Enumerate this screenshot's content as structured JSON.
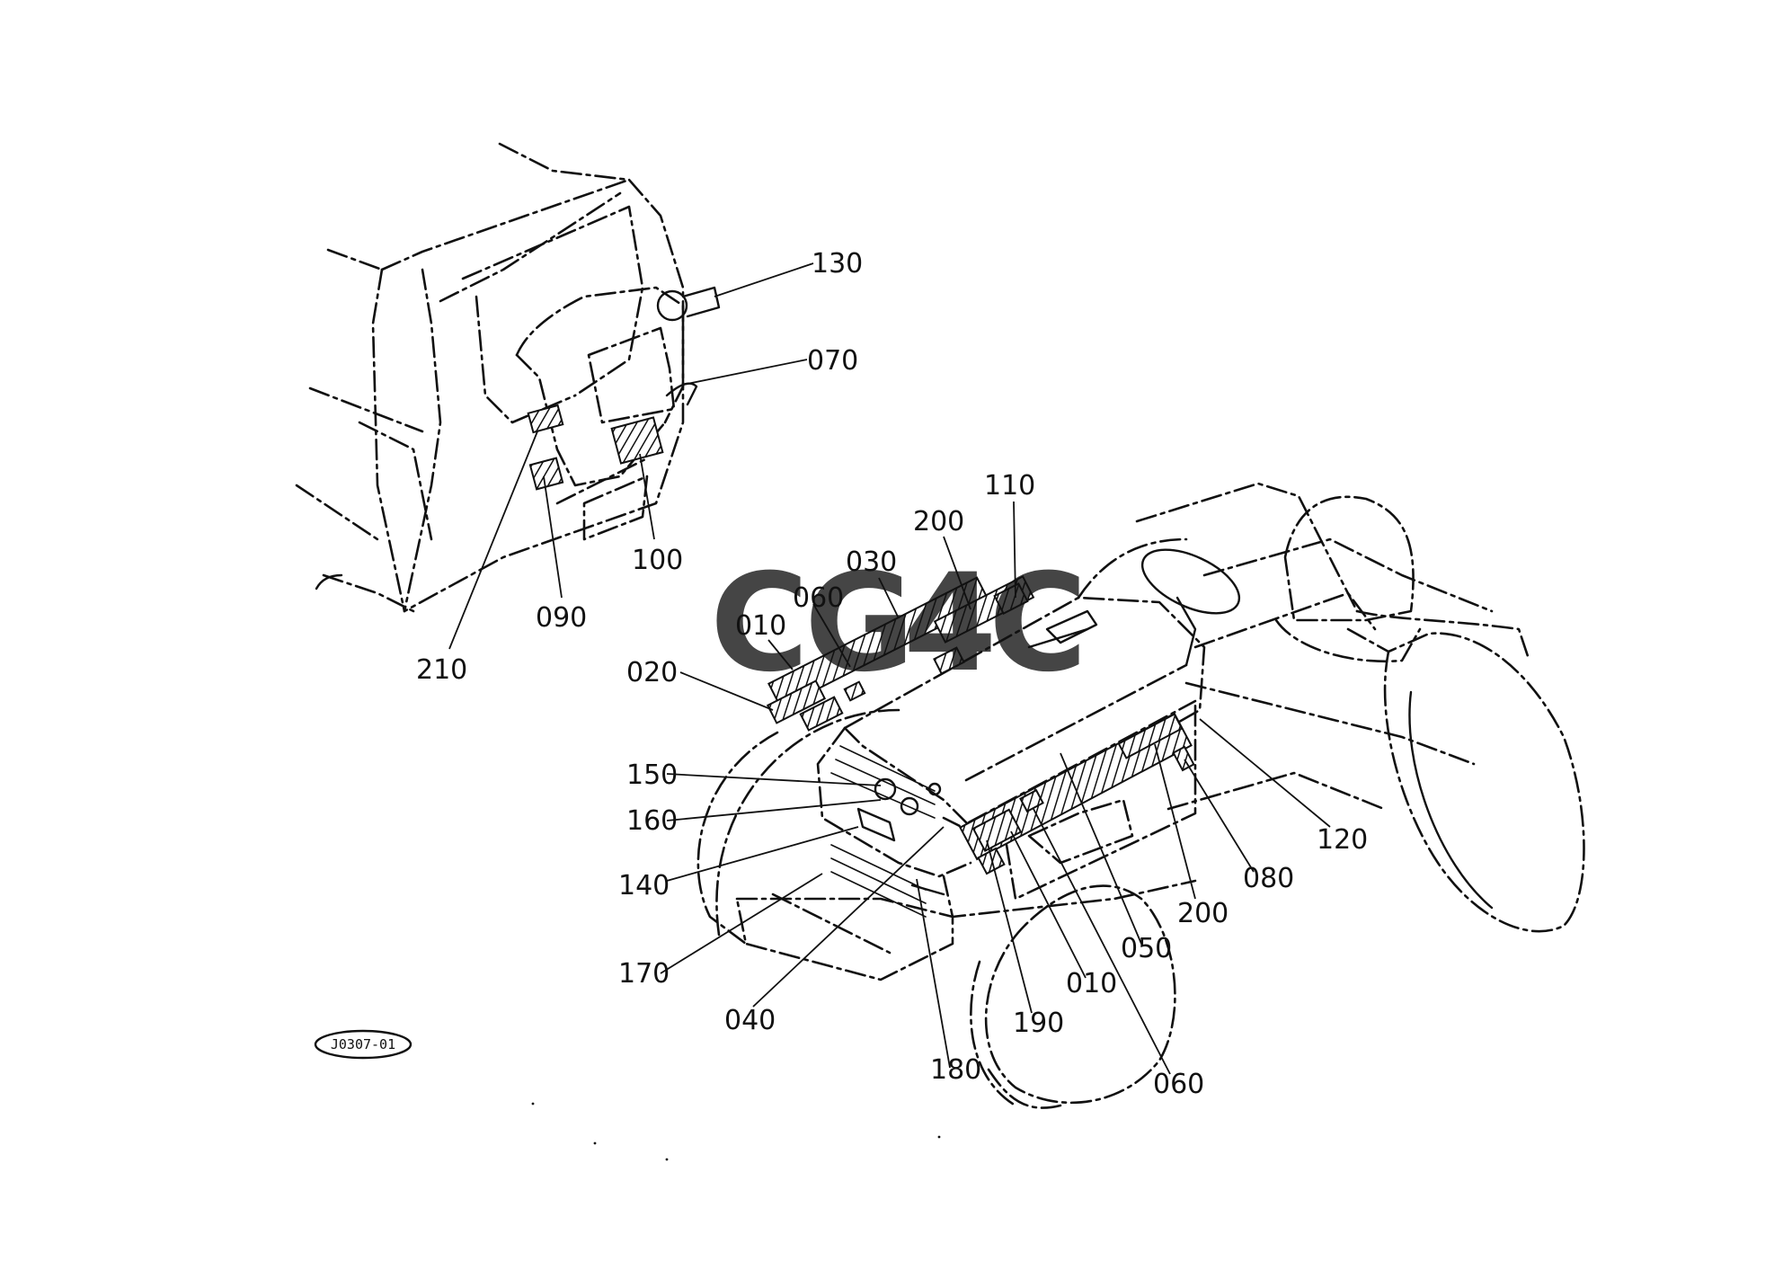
{
  "diagram": {
    "drawing_ref": "J0307-01",
    "watermark": {
      "letters": [
        "C",
        "G",
        "4",
        "C"
      ],
      "colors": [
        "#4f8ff5",
        "#ef5b5b",
        "#f7cd3f",
        "#2e9e5e"
      ]
    },
    "part_labels": [
      {
        "id": "130",
        "text": "130"
      },
      {
        "id": "070",
        "text": "070"
      },
      {
        "id": "100",
        "text": "100"
      },
      {
        "id": "090",
        "text": "090"
      },
      {
        "id": "210",
        "text": "210"
      },
      {
        "id": "110",
        "text": "110"
      },
      {
        "id": "200-top",
        "text": "200"
      },
      {
        "id": "030",
        "text": "030"
      },
      {
        "id": "060-top",
        "text": "060"
      },
      {
        "id": "010-top",
        "text": "010"
      },
      {
        "id": "020",
        "text": "020"
      },
      {
        "id": "150",
        "text": "150"
      },
      {
        "id": "160",
        "text": "160"
      },
      {
        "id": "140",
        "text": "140"
      },
      {
        "id": "170",
        "text": "170"
      },
      {
        "id": "040",
        "text": "040"
      },
      {
        "id": "180",
        "text": "180"
      },
      {
        "id": "190",
        "text": "190"
      },
      {
        "id": "010-bottom",
        "text": "010"
      },
      {
        "id": "060-bottom",
        "text": "060"
      },
      {
        "id": "050",
        "text": "050"
      },
      {
        "id": "200-bottom",
        "text": "200"
      },
      {
        "id": "080",
        "text": "080"
      },
      {
        "id": "120",
        "text": "120"
      }
    ]
  }
}
